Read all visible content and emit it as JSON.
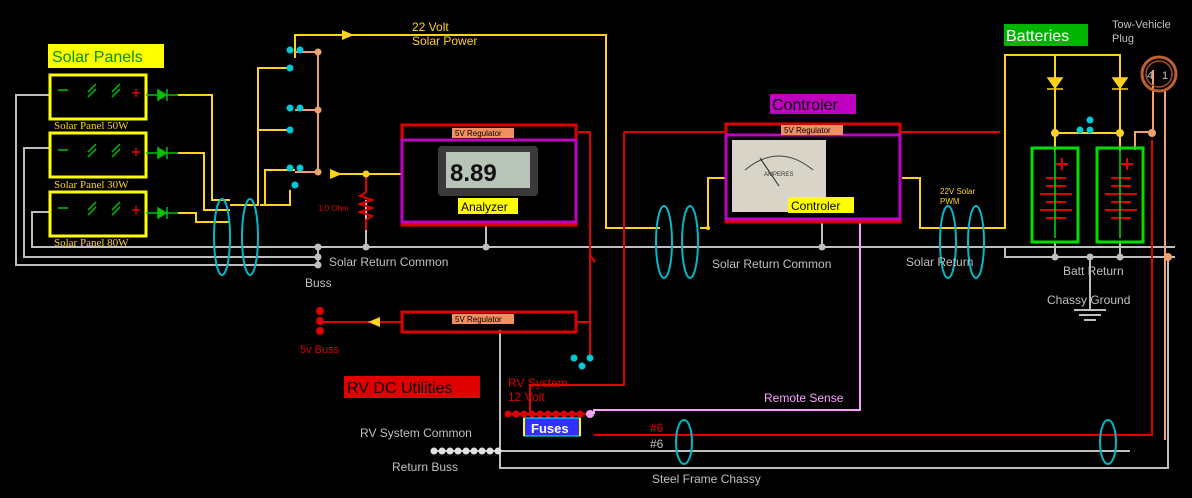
{
  "labels": {
    "solar_power": [
      "22 Volt",
      "Solar Power"
    ],
    "solar_panels": "Solar Panels",
    "panel_50": "Solar Panel 50W",
    "panel_30": "Solar Panel 30W",
    "panel_80": "Solar Panel 80W",
    "resistor": "1.0 Ohm",
    "regulator": "5V Regulator",
    "analyzer": "Analyzer",
    "meter_value": "8.89",
    "controler_title": "Controler",
    "controler_label": "Controler",
    "meter_unit": "AMPERES",
    "pwm": [
      "22V Solar",
      "PWM"
    ],
    "batteries": "Batteries",
    "plug": [
      "Tow-Vehicle",
      "Plug"
    ],
    "plug_pins": [
      "4",
      "1"
    ],
    "solar_return_common_1": "Solar Return Common",
    "solar_return_common_2": "Solar Return Common",
    "solar_return": "Solar Return",
    "batt_return": "Batt Return",
    "chassy_ground": "Chassy Ground",
    "buss": "Buss",
    "buss_5v": "5v Buss",
    "rv_dc_utilities": "RV DC Utilities",
    "rv_system": [
      "RV System",
      "12 Volt"
    ],
    "remote_sense": "Remote Sense",
    "rv_system_common": "RV System Common",
    "fuses": "Fuses",
    "wire_6a": "#6",
    "wire_6b": "#6",
    "return_buss": "Return Buss",
    "steel_frame": "Steel Frame Chassy"
  },
  "colors": {
    "background": "#000000",
    "power": "#ffd21e",
    "return": "#c0c0c0",
    "positive": "#e00000",
    "negative": "#f0a070",
    "device_frame": "#c000c0",
    "battery_frame": "#00dd00",
    "label_box": "#ffff00",
    "cable_clamp": "#00b8c8",
    "remote_sense": "#ffa0ff"
  }
}
